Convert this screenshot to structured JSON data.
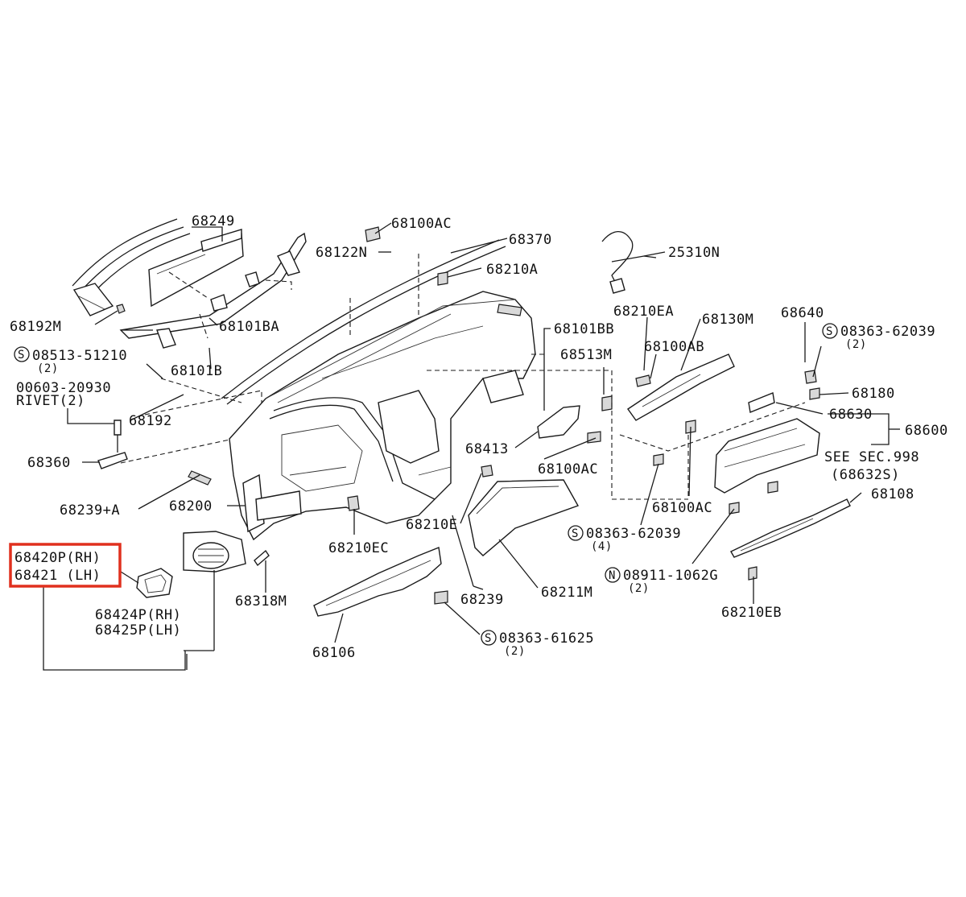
{
  "highlight_color": "#e0301e",
  "labels": {
    "p68249": "68249",
    "p68100AC_top": "68100AC",
    "p68370": "68370",
    "p68122N": "68122N",
    "p68210A": "68210A",
    "p25310N": "25310N",
    "p68192M": "68192M",
    "p68101BA": "68101BA",
    "s08513": "08513-51210",
    "s08513_qty": "(2)",
    "p68101B": "68101B",
    "rivet_num": "00603-20930",
    "rivet_label": "RIVET(2)",
    "p68192": "68192",
    "p68360": "68360",
    "p68239A": "68239+A",
    "p68200": "68200",
    "p68210EA": "68210EA",
    "p68130M": "68130M",
    "p68640": "68640",
    "s08363_right": "08363-62039",
    "s08363_right_qty": "(2)",
    "p68101BB": "68101BB",
    "p68100AB": "68100AB",
    "p68513M": "68513M",
    "p68180": "68180",
    "p68630": "68630",
    "p68600": "68600",
    "p68413": "68413",
    "p68100AC_mid": "68100AC",
    "see_sec": "SEE SEC.998",
    "see_sec_part": "(68632S)",
    "p68108": "68108",
    "p68100AC_right": "68100AC",
    "p68210E": "68210E",
    "s08363_mid": "08363-62039",
    "s08363_mid_qty": "(4)",
    "p68210EC": "68210EC",
    "n08911": "08911-1062G",
    "n08911_qty": "(2)",
    "p68420P": "68420P(RH)",
    "p68421": "68421  (LH)",
    "p68239": "68239",
    "p68211M": "68211M",
    "p68210EB": "68210EB",
    "p68318M": "68318M",
    "p68424P": "68424P(RH)",
    "p68425P": "68425P(LH)",
    "s08363_bottom": "08363-61625",
    "s08363_bottom_qty": "(2)",
    "p68106": "68106",
    "s_symbol": "S",
    "n_symbol": "N"
  }
}
